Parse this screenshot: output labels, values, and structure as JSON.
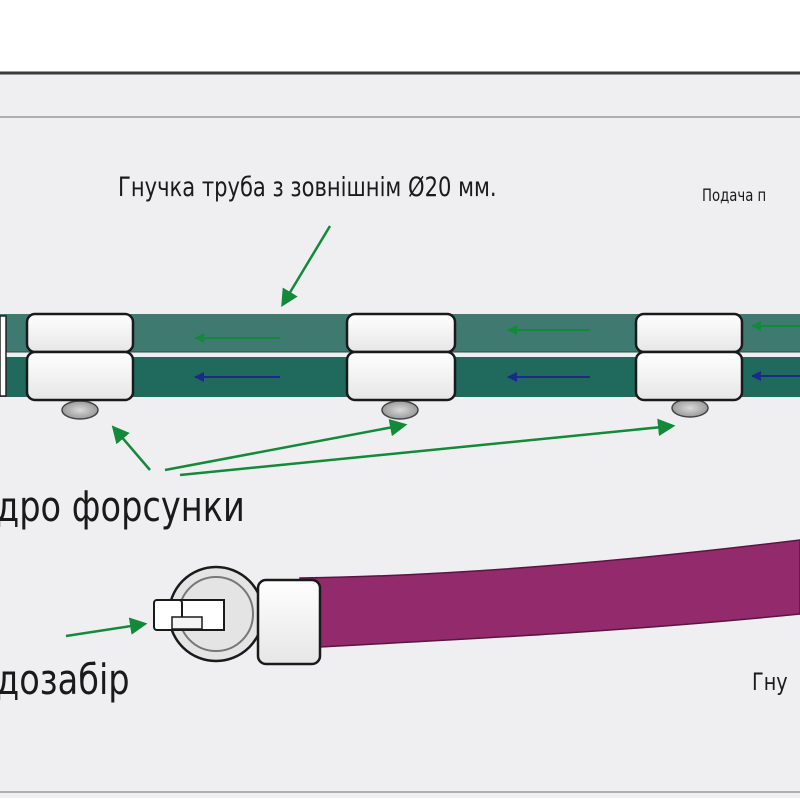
{
  "labels": {
    "tube": "Гнучка труба з зовнішнім Ø20 мм.",
    "feed": "Подача п",
    "nozzle": "дро форсунки",
    "intake": "дозабір",
    "hose": "Гну"
  },
  "colors": {
    "background": "#ffffff",
    "panel": "#efeff1",
    "panel_border": "#3a3a3a",
    "tube_top": "#3e7a70",
    "tube_bottom": "#1f6a5c",
    "hose": "#932a6c",
    "clamp": "#ffffff",
    "arrow_green": "#128a3a",
    "arrow_blue": "#1a2a8a"
  }
}
